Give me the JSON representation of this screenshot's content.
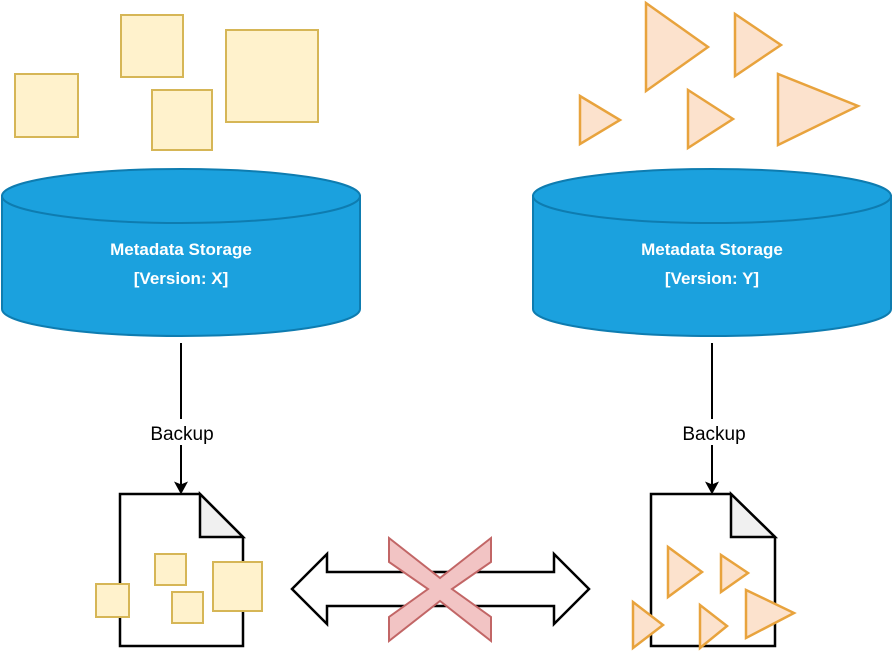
{
  "diagram": {
    "title": "Metadata storage backup version mismatch",
    "colors": {
      "cylinder_fill": "#1BA1DE",
      "cylinder_stroke": "#0E7CB0",
      "square_fill": "#FFF2CC",
      "square_stroke": "#D6B656",
      "triangle_fill": "#FCE2CD",
      "triangle_stroke": "#E8A33D",
      "document_fill": "#FFFFFF",
      "document_stroke": "#000000",
      "document_fold_fill": "#F0F0F0",
      "arrow_fill": "#FFFFFF",
      "arrow_stroke": "#000000",
      "cross_fill": "#F2C4C4",
      "cross_stroke": "#C26666",
      "text_light": "#FFFFFF",
      "text_dark": "#000000"
    },
    "left_branch": {
      "shape_kind": "square",
      "shape_count_top": 4,
      "shape_count_in_document": 4,
      "storage": {
        "name": "metadata-storage-x",
        "line1": "Metadata Storage",
        "line2": "[Version: X]"
      },
      "edge": {
        "name": "backup-edge-left",
        "label": "Backup"
      },
      "document": {
        "name": "backup-file-left"
      }
    },
    "right_branch": {
      "shape_kind": "triangle",
      "shape_count_top": 5,
      "shape_count_in_document": 5,
      "storage": {
        "name": "metadata-storage-y",
        "line1": "Metadata Storage",
        "line2": "[Version: Y]"
      },
      "edge": {
        "name": "backup-edge-right",
        "label": "Backup"
      },
      "document": {
        "name": "backup-file-right"
      }
    },
    "incompatibility": {
      "name": "incompatible-marker",
      "symbol": "X",
      "meaning": "not-compatible"
    }
  }
}
